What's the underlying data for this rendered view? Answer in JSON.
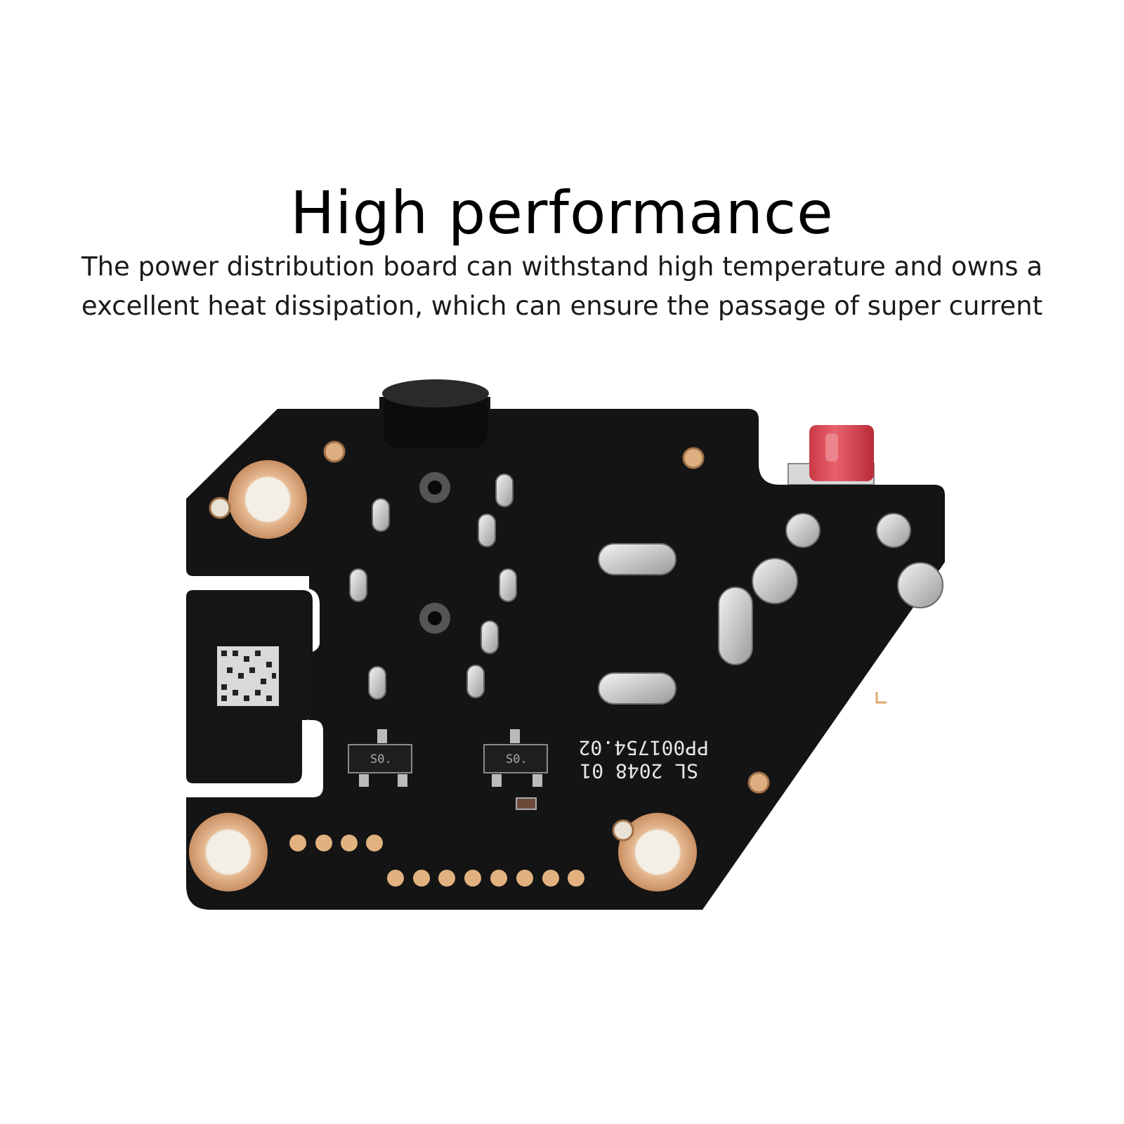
{
  "headline": "High performance",
  "description_lines": [
    "The power distribution board can withstand high temperature and owns a",
    "excellent heat dissipation, which can ensure the passage of super current"
  ],
  "board_markings": {
    "silk_line_1": "SL 2048 01",
    "silk_line_2": "PP001754.02",
    "chip_label": "S0."
  },
  "colors": {
    "board": "#131313",
    "copper_pad": "#e2b48d",
    "button_red": "#d64853",
    "solder": "#cfcfcf"
  }
}
